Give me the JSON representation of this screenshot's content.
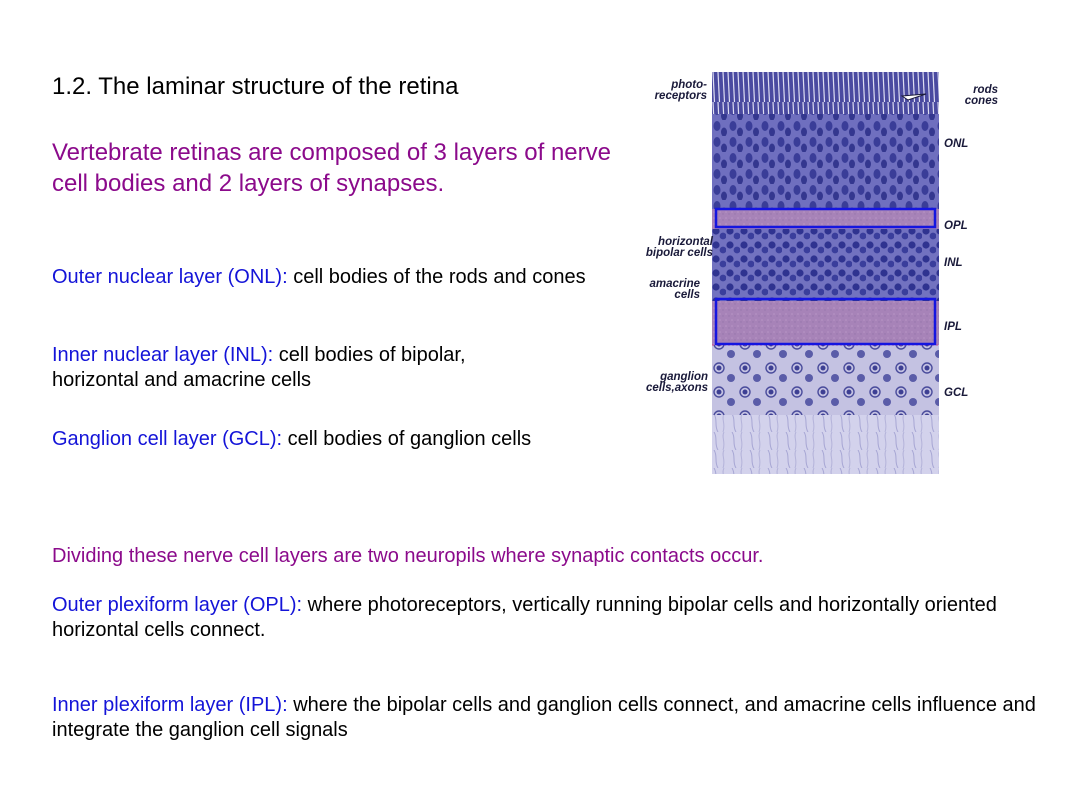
{
  "title": "1.2. The laminar structure of the retina",
  "intro": "Vertebrate retinas are composed of 3 layers of nerve cell bodies and 2 layers of synapses.",
  "layers": [
    {
      "term": "Outer nuclear layer (ONL):",
      "desc": " cell bodies of the rods and cones"
    },
    {
      "term": "Inner nuclear layer (INL):",
      "desc": " cell bodies of bipolar, horizontal and amacrine cells"
    },
    {
      "term": "Ganglion cell layer (GCL)",
      "colon": ":",
      "desc": " cell bodies of ganglion cells"
    }
  ],
  "neuropil_intro": "Dividing these nerve cell layers are two neuropils where synaptic contacts occur.",
  "plexiform": [
    {
      "term": "Outer plexiform layer (OPL):",
      "desc": " where photoreceptors, vertically running bipolar cells and horizontally oriented horizontal cells connect."
    },
    {
      "term": "Inner plexiform layer (IPL):",
      "desc": " where the bipolar cells and ganglion cells connect, and amacrine cells influence and integrate the ganglion cell signals"
    }
  ],
  "figure": {
    "left_labels": {
      "photoreceptors": [
        "photo-",
        "receptors"
      ],
      "horizontal_bipolar": [
        "horizontal",
        "bipolar cells"
      ],
      "amacrine": [
        "amacrine",
        "cells"
      ],
      "ganglion": [
        "ganglion",
        "cells,axons"
      ]
    },
    "right_labels": {
      "rods_cones": [
        "rods",
        "cones"
      ],
      "onl": "ONL",
      "opl": "OPL",
      "inl": "INL",
      "ipl": "IPL",
      "gcl": "GCL"
    },
    "highlight_color": "#1515e0",
    "tissue_colors": {
      "nuclei": "#3c3fa0",
      "plexiform": "#a37fb6",
      "background": "#c9c9e8"
    }
  }
}
